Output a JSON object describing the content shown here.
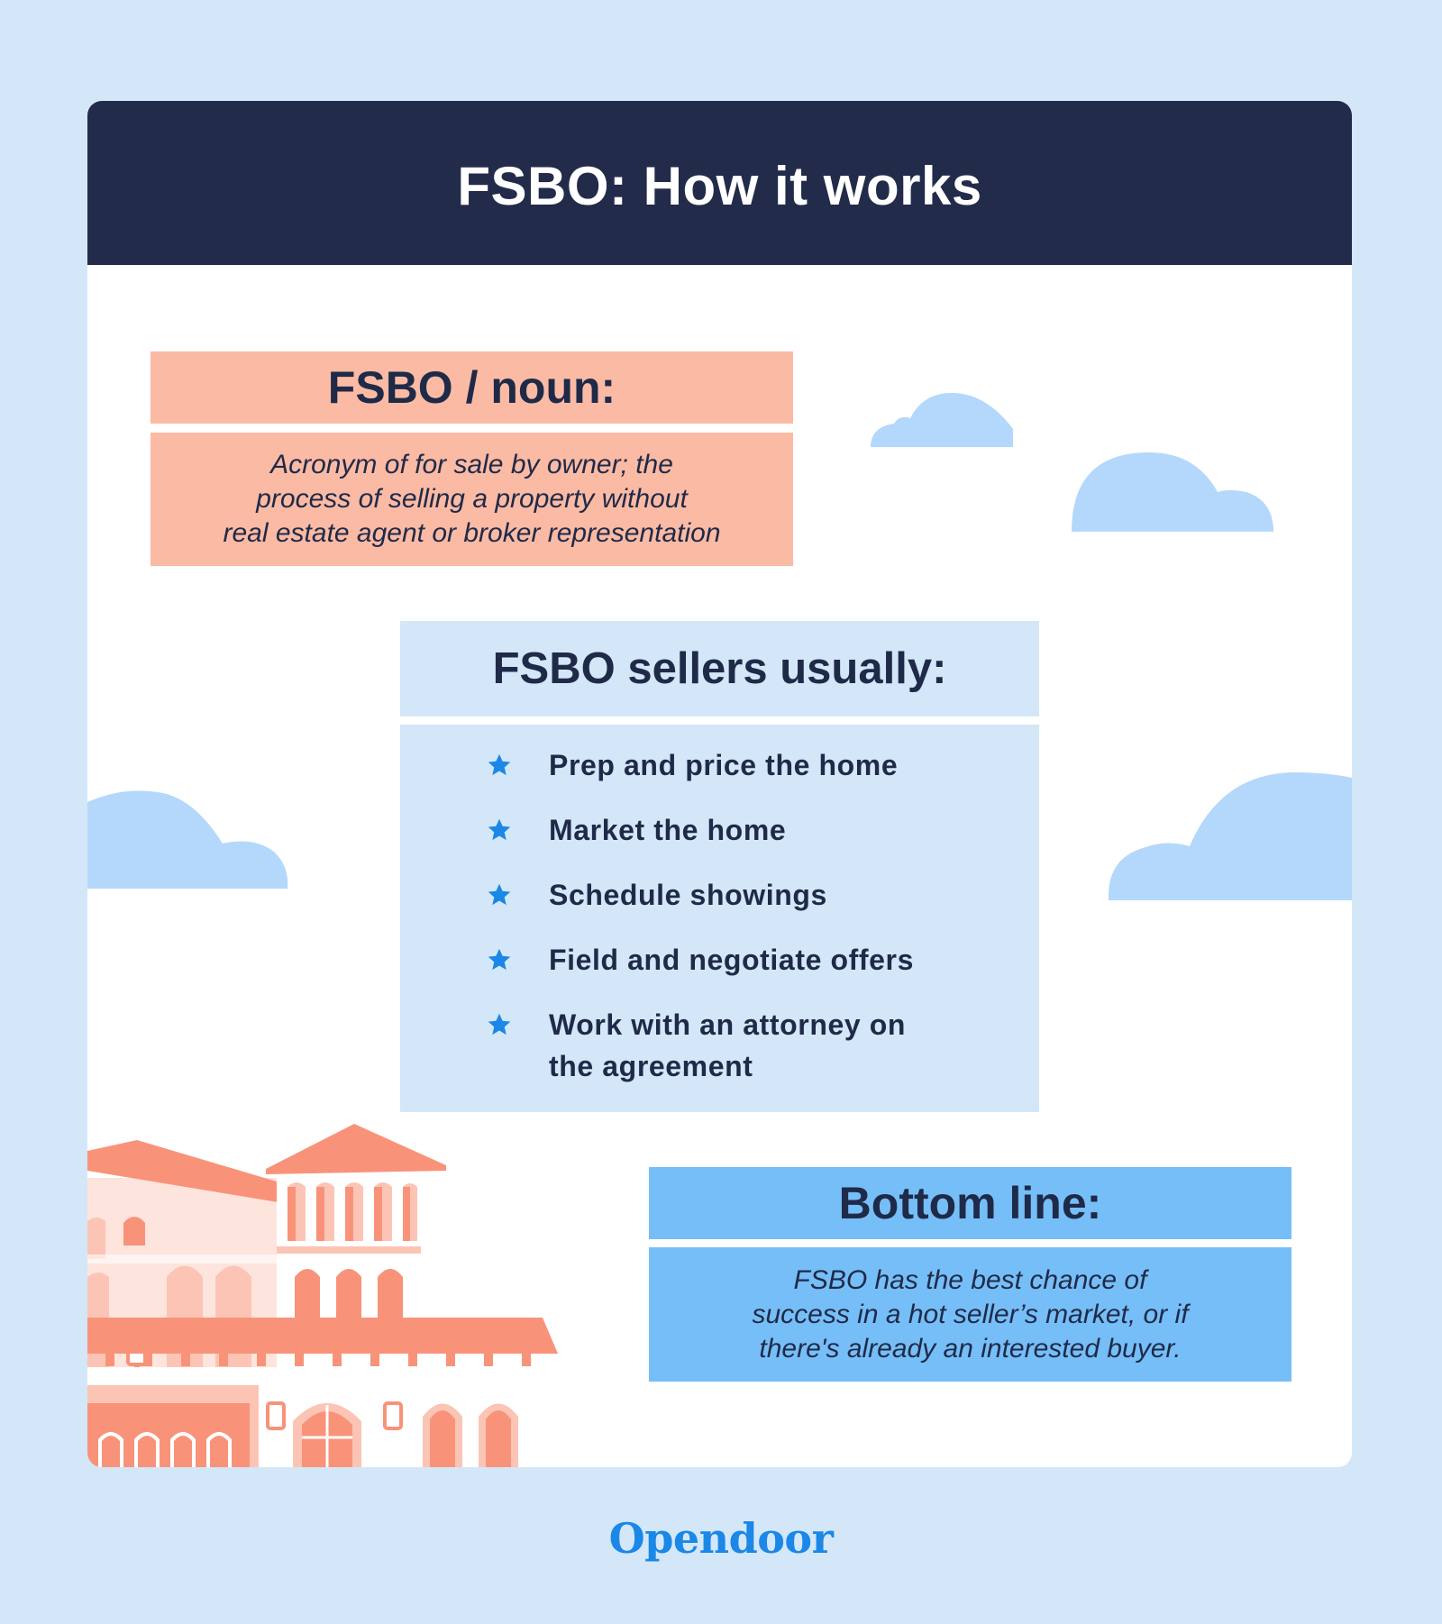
{
  "header": {
    "title": "FSBO: How it works"
  },
  "definition": {
    "label": "FSBO / noun:",
    "text": "Acronym of for sale by owner; the\nprocess of selling a property without\nreal estate agent or broker representation"
  },
  "sellers": {
    "label": "FSBO sellers usually:",
    "items": [
      "Prep and price the home",
      "Market the home",
      "Schedule showings",
      "Field and negotiate offers",
      "Work with an attorney on\n the agreement"
    ]
  },
  "bottom_line": {
    "label": "Bottom line:",
    "text": "FSBO has the best chance of\nsuccess in a hot seller’s market, or if\nthere's already an interested buyer."
  },
  "brand": {
    "logo": "Opendoor"
  },
  "icons": {
    "bullet": "star-icon",
    "decor": [
      "cloud-icon",
      "house-illustration"
    ]
  },
  "colors": {
    "background": "#d3e7f8",
    "header": "#222b4a",
    "definition": "#fbbaa4",
    "sellers": "#d3e7f8",
    "bottom_line": "#76bef7",
    "brand": "#1b87e6",
    "cloud": "#b3d8fb",
    "house": "#f8937a"
  }
}
